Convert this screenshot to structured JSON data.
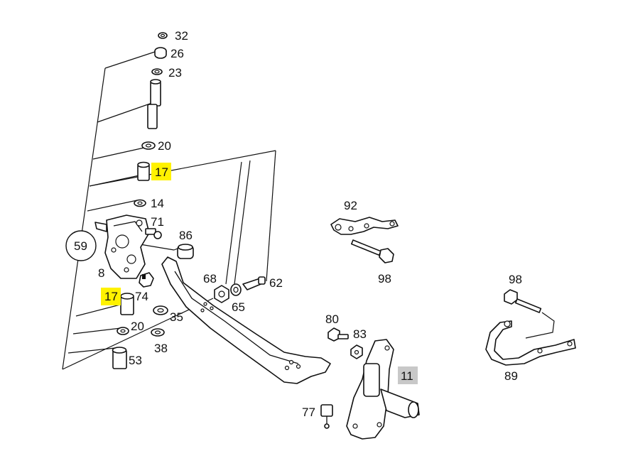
{
  "colors": {
    "line": "#111111",
    "background": "#ffffff",
    "highlight_yellow": "#fff200",
    "highlight_gray": "#c8c8c8"
  },
  "labels": {
    "p32": "32",
    "p26": "26",
    "p23": "23",
    "p20a": "20",
    "p17a": "17",
    "p14": "14",
    "p71": "71",
    "p59": "59",
    "p86": "86",
    "p8": "8",
    "p17b": "17",
    "p74": "74",
    "p68": "68",
    "p62": "62",
    "p65": "65",
    "p35": "35",
    "p20b": "20",
    "p38": "38",
    "p53": "53",
    "p92": "92",
    "p98a": "98",
    "p98b": "98",
    "p80": "80",
    "p83": "83",
    "p11": "11",
    "p89": "89",
    "p77": "77"
  },
  "highlighted_parts": [
    "17",
    "17",
    "11"
  ]
}
